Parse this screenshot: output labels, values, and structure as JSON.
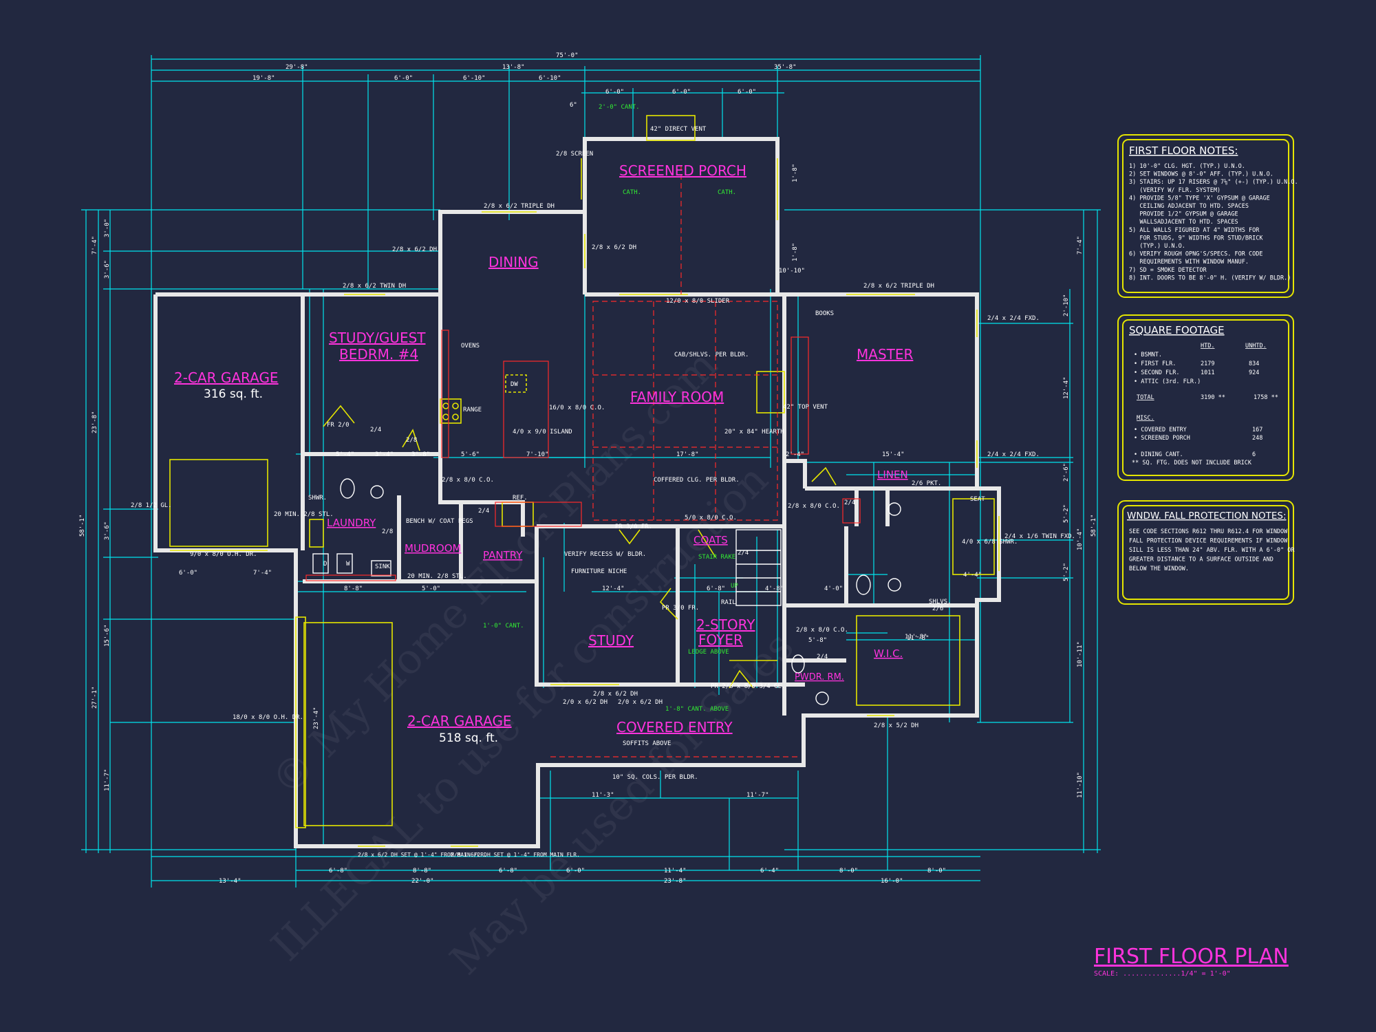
{
  "plan": {
    "title": "FIRST FLOOR PLAN",
    "scale": "SCALE: ..............1/4\" = 1'-0\""
  },
  "watermark": {
    "line1": "© My Home Floor Plans.com",
    "line2": "ILLEGAL to use for construction",
    "line3": "May be used for Sales"
  },
  "colors": {
    "background": "#222840",
    "dimension": "#00e5ee",
    "room_label": "#ff33dd",
    "wall": "#e8e8e8",
    "window": "#e6e600",
    "ceiling": "#ff2a2a",
    "note": "#33ee33"
  },
  "rooms": {
    "screened_porch": "SCREENED PORCH",
    "dining": "DINING",
    "study_guest_1": "STUDY/GUEST",
    "study_guest_2": "BEDRM. #4",
    "garage_small": "2-CAR GARAGE",
    "garage_small_sqft": "316 sq. ft.",
    "family_room": "FAMILY ROOM",
    "master": "MASTER",
    "laundry": "LAUNDRY",
    "mudroom": "MUDROOM",
    "pantry": "PANTRY",
    "coats": "COATS",
    "linen": "LINEN",
    "study": "STUDY",
    "foyer_1": "2-STORY",
    "foyer_2": "FOYER",
    "wic": "W.I.C.",
    "pwdr": "PWDR. RM.",
    "garage_large": "2-CAR GARAGE",
    "garage_large_sqft": "518 sq. ft.",
    "covered_entry": "COVERED ENTRY"
  },
  "labels": {
    "cath_1": "CATH.",
    "cath_2": "CATH.",
    "cant_porch": "2'-0\" CANT.",
    "vent": "42\" DIRECT VENT",
    "screen": "2/8 SCREEN",
    "triple_dh_dining": "2/8 x 6/2 TRIPLE DH",
    "dh_dining_w": "2/8 x 6/2 DH",
    "dh_dining_e": "2/8 x 6/2 DH",
    "twin_dh_study": "2/8 x 6/2 TWIN DH",
    "triple_dh_master": "2/8 x 6/2 TRIPLE DH",
    "slider": "12/0 x 8/0 SLIDER",
    "books": "BOOKS",
    "cab_shlvs": "CAB/SHLVS. PER BLDR.",
    "ovens": "OVENS",
    "range": "RANGE",
    "dw": "DW",
    "island": "4/0 x 9/0 ISLAND",
    "co_kitchen": "16/0 x 8/0 C.O.",
    "top_vent": "42\" TOP VENT",
    "hearth": "20\" x 84\" HEARTH",
    "coffered": "COFFERED CLG. PER BLDR.",
    "fxd_1": "2/4 x 2/4 FXD.",
    "fxd_2": "2/4 x 2/4 FXD.",
    "twin_fxd": "2/4 x 1/6 TWIN FXD.",
    "fr_study": "FR 2/0",
    "shwr": "SHWR.",
    "co_mud": "2/8 x 8/0 C.O.",
    "ref": "REF.",
    "bench": "BENCH W/ COAT PEGS",
    "twenty_min_1": "20 MIN. 2/8 STL.",
    "twenty_min_2": "20 MIN. 2/8 STL.",
    "gl_door": "2/8 1/2 GL.",
    "ohdr_small": "9/0 x 8/0 O.H. DR.",
    "d": "D",
    "w": "W",
    "sink": "SINK",
    "verify_recess": "VERIFY RECESS W/ BLDR.",
    "furniture_niche": "FURNITURE NICHE",
    "fr_pantry": "PR 3/0 FR.",
    "co_coats": "5/0 x 8/0 C.O.",
    "stair_rake": "STAIR RAKE",
    "up": "UP",
    "rail": "RAIL",
    "fr_study_2": "PR 3/0 FR.",
    "ledge": "LEDGE ABOVE",
    "co_master": "2/8 x 8/0 C.O.",
    "co_wic": "2/8 x 8/0 C.O.",
    "pkt": "2/6 PKT.",
    "seat": "SEAT",
    "shwr_master": "4/0 x 6/8 SHWR.",
    "shlvs": "SHLVS.",
    "cant_study": "1'-0\" CANT.",
    "dh_study_1": "2/8 x 6/2 DH",
    "dh_study_2": "2/0 x 6/2 DH",
    "dh_study_3": "2/0 x 6/2 DH",
    "entry_door": "PR 2/8 x 8/0 3/4 GL.",
    "cant_entry": "1'-8\" CANT. ABOVE",
    "soffits": "SOFFITS ABOVE",
    "cols": "10\" SQ. COLS. PER BLDR.",
    "dh_wic": "2/8 x 5/2 DH",
    "ohdr_large": "18/0 x 8/0 O.H. DR.",
    "dh_garage_1": "2/8 x 6/2 DH SET @ 1'-4\" FROM MAIN FLR.",
    "dh_garage_2": "2/8 x 6/2 DH SET @ 1'-4\" FROM MAIN FLR.",
    "d24a": "2/4",
    "d24b": "2/4",
    "d24c": "2/4",
    "d24d": "2/4",
    "d24e": "2/4",
    "d28a": "2/8",
    "d28b": "2/8",
    "d26": "2/6"
  },
  "dims": {
    "overall_top": "75'-0\"",
    "top_a": "29'-8\"",
    "top_b": "13'-8\"",
    "top_c": "35'-8\"",
    "top_d": "19'-8\"",
    "top_e": "6'-0\"",
    "top_f": "6'-10\"",
    "top_g": "6'-10\"",
    "top_h": "6'-0\"",
    "top_i": "6'-0\"",
    "top_j": "6'-0\"",
    "top_k": "6\"",
    "bot_a": "13'-4\"",
    "bot_b": "22'-0\"",
    "bot_c": "23'-8\"",
    "bot_d": "16'-0\"",
    "bot_e": "6'-8\"",
    "bot_f": "8'-8\"",
    "bot_g": "6'-8\"",
    "bot_h": "6'-0\"",
    "bot_i": "11'-4\"",
    "bot_j": "6'-4\"",
    "bot_k": "8'-0\"",
    "bot_l": "8'-0\"",
    "left_overall": "58'-1\"",
    "left_a": "23'-8\"",
    "left_b": "27'-1\"",
    "left_c": "7'-4\"",
    "left_d": "3'-0\"",
    "left_e": "3'-6\"",
    "left_f": "3'-6\"",
    "left_g": "15'-6\"",
    "left_h": "11'-7\"",
    "right_overall": "58'-1\"",
    "right_a": "7'-4\"",
    "right_b": "10'-4\"",
    "right_c": "10'-11\"",
    "right_d": "11'-10\"",
    "right_e": "12'-4\"",
    "right_f": "5'-2\"",
    "right_g": "5'-2\"",
    "right_h": "2'-6\"",
    "right_i": "2'-10\"",
    "int_1": "1'-8\"",
    "int_2": "1'-8\"",
    "int_3": "10'-10\"",
    "int_4": "5'-6\"",
    "int_5": "7'-10\"",
    "int_6": "17'-8\"",
    "int_7": "15'-4\"",
    "int_8": "12'-4\"",
    "int_9": "11'-8\"",
    "int_10": "11'-3\"",
    "int_11": "11'-7\"",
    "int_12": "6'-0\"",
    "int_13": "7'-4\"",
    "int_14": "8'-8\"",
    "int_15": "5'-0\"",
    "int_16": "5'-8\"",
    "int_17": "6'-8\"",
    "int_18": "4'-8\"",
    "int_19": "4'-0\"",
    "int_20": "4'-4\"",
    "int_21": "5'-4\"",
    "int_22": "3'-4\"",
    "int_23": "3'-8\"",
    "int_24": "2'-4\"",
    "int_25": "23'-4\"",
    "int_26": "11'-8\""
  },
  "notes": {
    "floor_title": "FIRST FLOOR NOTES:",
    "floor_lines": [
      "1) 10'-0\" CLG. HGT. (TYP.) U.N.O.",
      "2) SET WINDOWS @ 8'-0\" AFF. (TYP.) U.N.O.",
      "3) STAIRS: UP 17 RISERS @ 7⅛\" (+-) (TYP.) U.N.O.",
      "   (VERIFY W/ FLR. SYSTEM)",
      "4) PROVIDE 5/8\" TYPE 'X' GYPSUM @ GARAGE",
      "   CEILING ADJACENT TO HTD. SPACES",
      "   PROVIDE 1/2\" GYPSUM @ GARAGE",
      "   WALLSADJACENT TO HTD. SPACES",
      "5) ALL WALLS FIGURED AT 4\" WIDTHS FOR",
      "   FOR STUDS, 9\" WIDTHS FOR STUD/BRICK",
      "   (TYP.) U.N.O.",
      "6) VERIFY ROUGH OPNG'S/SPECS. FOR CODE",
      "   REQUIREMENTS WITH WINDOW MANUF.",
      "7) SD = SMOKE DETECTOR",
      "8) INT. DOORS TO BE 8'-0\" H. (VERIFY W/ BLDR.)"
    ],
    "sqft_title": "SQUARE FOOTAGE",
    "sqft_htd": "HTD.",
    "sqft_unhtd": "UNHTD.",
    "sqft_rows": [
      {
        "label": "• BSMNT.",
        "htd": "",
        "unhtd": ""
      },
      {
        "label": "• FIRST FLR.",
        "htd": "2179",
        "unhtd": "834"
      },
      {
        "label": "• SECOND FLR.",
        "htd": "1011",
        "unhtd": "924"
      },
      {
        "label": "• ATTIC (3rd. FLR.)",
        "htd": "",
        "unhtd": ""
      }
    ],
    "sqft_total_label": "TOTAL",
    "sqft_total_htd": "3190 **",
    "sqft_total_unhtd": "1758 **",
    "sqft_misc": "MISC.",
    "sqft_misc_rows": [
      {
        "label": "• COVERED ENTRY",
        "val": "167"
      },
      {
        "label": "• SCREENED PORCH",
        "val": "248"
      },
      {
        "label": "• DINING CANT.",
        "val": "6"
      }
    ],
    "sqft_foot": "** SQ. FTG. DOES NOT INCLUDE BRICK",
    "fall_title": "WNDW. FALL PROTECTION NOTES:",
    "fall_lines": [
      "SEE CODE SECTIONS R612 THRU R612.4 FOR WINDOW",
      "FALL PROTECTION DEVICE REQUIREMENTS IF WINDOW",
      "SILL IS LESS THAN 24\" ABV. FLR. WITH A 6'-0\" OR",
      "GREATER DISTANCE TO A SURFACE OUTSIDE AND",
      "BELOW THE WINDOW."
    ]
  }
}
